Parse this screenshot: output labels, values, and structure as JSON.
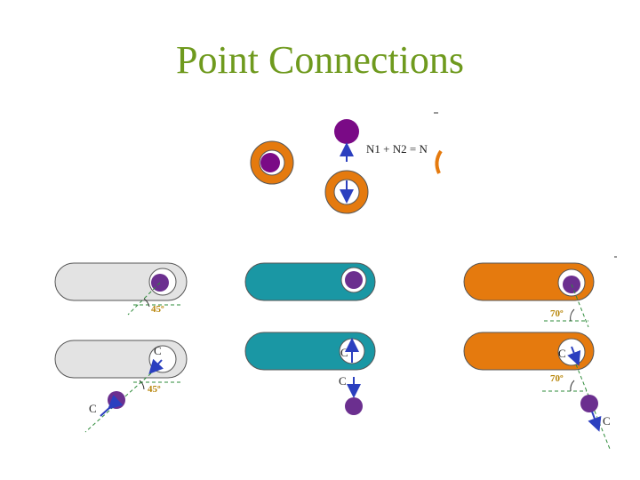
{
  "title": "Point Connections",
  "equation": "N1 + N2 = N",
  "labels": {
    "c": "C",
    "angle_45": "45º",
    "angle_70": "70º"
  },
  "colors": {
    "title": "#6f9a1e",
    "purple": "#6b2f8f",
    "dark_purple": "#7a0a86",
    "orange": "#e57a0e",
    "teal": "#1a97a4",
    "grey_slot": "#e3e3e3",
    "arrow": "#2b3fbf",
    "guide": "#2e8b3a"
  }
}
